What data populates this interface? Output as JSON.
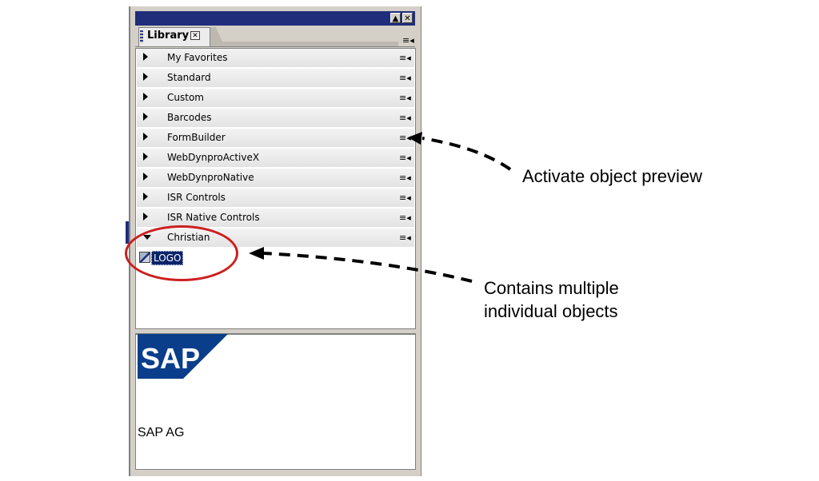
{
  "library": {
    "tab_label": "Library",
    "tab_close_glyph": "✕",
    "menu_glyph": "≡◂",
    "window_buttons": [
      "▲",
      "✕"
    ],
    "categories": [
      {
        "label": "My Favorites",
        "expanded": false
      },
      {
        "label": "Standard",
        "expanded": false
      },
      {
        "label": "Custom",
        "expanded": false
      },
      {
        "label": "Barcodes",
        "expanded": false
      },
      {
        "label": "FormBuilder",
        "expanded": false
      },
      {
        "label": "WebDynproActiveX",
        "expanded": false
      },
      {
        "label": "WebDynproNative",
        "expanded": false
      },
      {
        "label": "ISR Controls",
        "expanded": false
      },
      {
        "label": "ISR Native Controls",
        "expanded": false
      },
      {
        "label": "Christian",
        "expanded": true
      }
    ],
    "expanded_item": {
      "label": "LOGO",
      "icon": "logo-object-icon"
    }
  },
  "preview": {
    "logo_text": "SAP",
    "caption": "SAP AG",
    "brand_color": "#0a3e8a"
  },
  "annotations": {
    "preview_callout": "Activate object preview",
    "objects_callout_line1": "Contains multiple",
    "objects_callout_line2": "individual objects",
    "highlight_color": "#cc1f1f"
  }
}
